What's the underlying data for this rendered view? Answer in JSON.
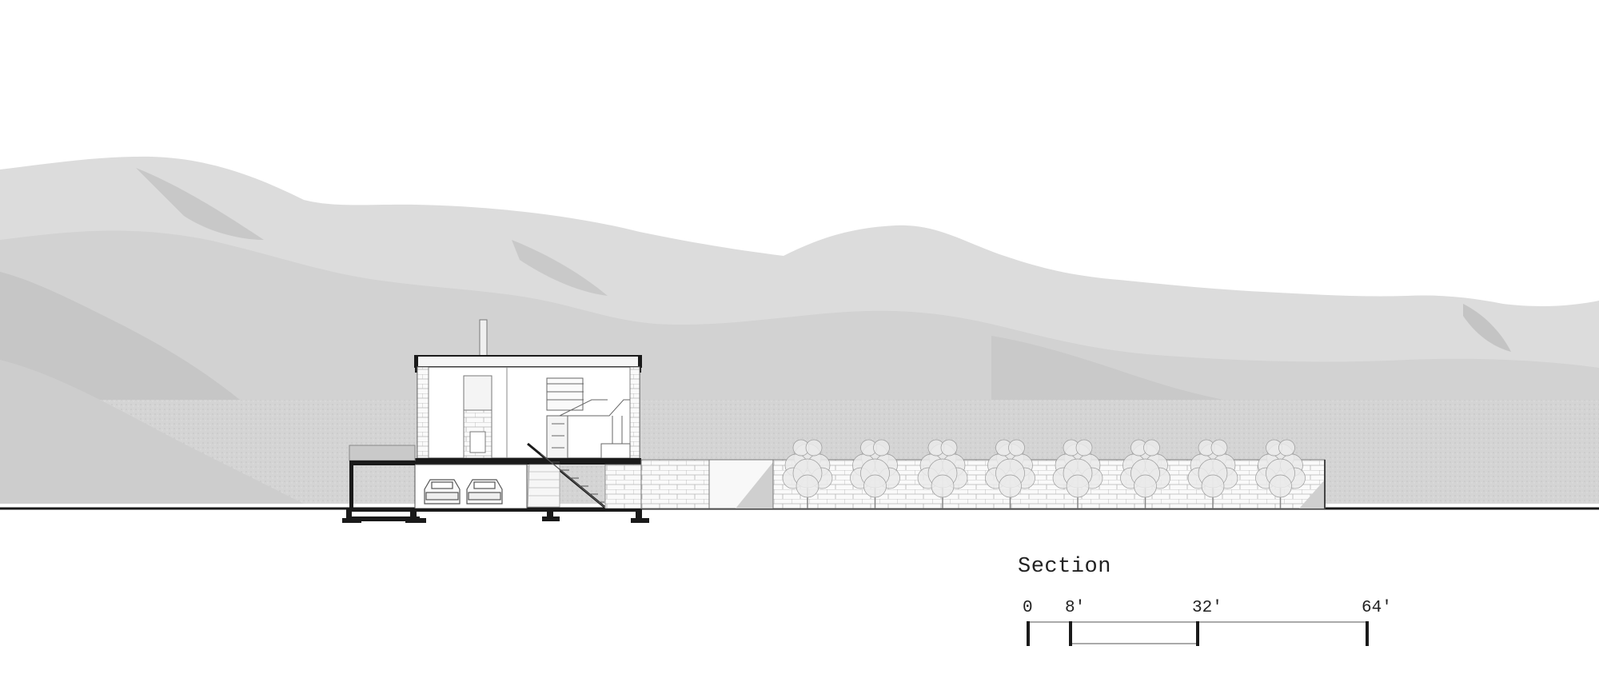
{
  "drawing_title": "Section",
  "scale_bar": {
    "units": "feet",
    "marks": [
      {
        "value": 0,
        "label": "0"
      },
      {
        "value": 8,
        "label": "8′"
      },
      {
        "value": 32,
        "label": "32′"
      },
      {
        "value": 64,
        "label": "64′"
      }
    ]
  },
  "elements": {
    "background": "hills-landscape-photo",
    "building": "house-section-cut",
    "garage_cars": 2,
    "wall_trees": 8
  },
  "colors": {
    "ink": "#1a1a1a",
    "hill_light": "#d9d9d9",
    "hill_mid": "#cfcfcf",
    "hill_shadow": "#bdbdbd",
    "ground": "#1a1a1a"
  }
}
